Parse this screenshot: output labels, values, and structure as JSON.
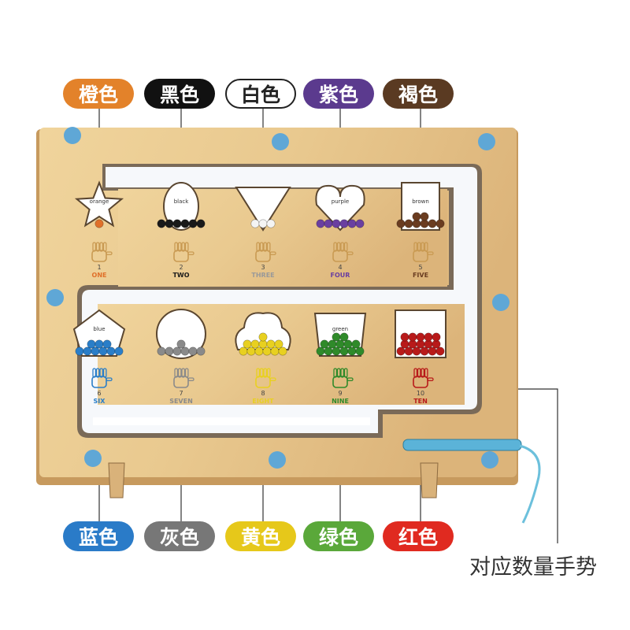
{
  "top_labels": [
    {
      "text": "橙色",
      "color": "#e3822a",
      "text_color": "#ffffff"
    },
    {
      "text": "黑色",
      "color": "#111111",
      "text_color": "#ffffff"
    },
    {
      "text": "白色",
      "color": "#ffffff",
      "text_color": "#222222"
    },
    {
      "text": "紫色",
      "color": "#5b3a8e",
      "text_color": "#ffffff"
    },
    {
      "text": "褐色",
      "color": "#5a3a22",
      "text_color": "#ffffff"
    }
  ],
  "bottom_labels": [
    {
      "text": "蓝色",
      "color": "#2a7bc8",
      "text_color": "#ffffff"
    },
    {
      "text": "灰色",
      "color": "#777777",
      "text_color": "#ffffff"
    },
    {
      "text": "黄色",
      "color": "#e6c81a",
      "text_color": "#ffffff"
    },
    {
      "text": "绿色",
      "color": "#5aa83a",
      "text_color": "#ffffff"
    },
    {
      "text": "红色",
      "color": "#e02a20",
      "text_color": "#ffffff"
    }
  ],
  "caption": "对应数量手势",
  "board": {
    "wood_color": "#e9c98f",
    "track_color": "#f6f8fb",
    "peg_color": "#5fa7d6",
    "wand_color": "#5bb3d8"
  },
  "top_row": [
    {
      "shape": "star",
      "word": "orange",
      "number": "1",
      "numeral": "ONE",
      "bead": "#e0702a",
      "count": 1
    },
    {
      "shape": "oval",
      "word": "black",
      "number": "2",
      "numeral": "TWO",
      "bead": "#1a1a1a",
      "count": 6
    },
    {
      "shape": "triangle",
      "word": "",
      "number": "3",
      "numeral": "THREE",
      "bead": "#f4f4f4",
      "count": 3
    },
    {
      "shape": "heart",
      "word": "purple",
      "number": "4",
      "numeral": "FOUR",
      "bead": "#6a3fa0",
      "count": 6
    },
    {
      "shape": "rect",
      "word": "brown",
      "number": "5",
      "numeral": "FIVE",
      "bead": "#6a3c20",
      "count": 8
    }
  ],
  "bottom_row": [
    {
      "shape": "pentagon",
      "word": "blue",
      "number": "6",
      "numeral": "SIX",
      "bead": "#2a7ec8",
      "count": 9
    },
    {
      "shape": "circle",
      "word": "",
      "number": "7",
      "numeral": "SEVEN",
      "bead": "#8a8a8a",
      "count": 7
    },
    {
      "shape": "cloud",
      "word": "",
      "number": "8",
      "numeral": "EIGHT",
      "bead": "#e8d020",
      "count": 12
    },
    {
      "shape": "trapezoid",
      "word": "green",
      "number": "9",
      "numeral": "NINE",
      "bead": "#2f8a2a",
      "count": 13
    },
    {
      "shape": "square",
      "word": "",
      "number": "10",
      "numeral": "TEN",
      "bead": "#b81a1a",
      "count": 16
    }
  ]
}
